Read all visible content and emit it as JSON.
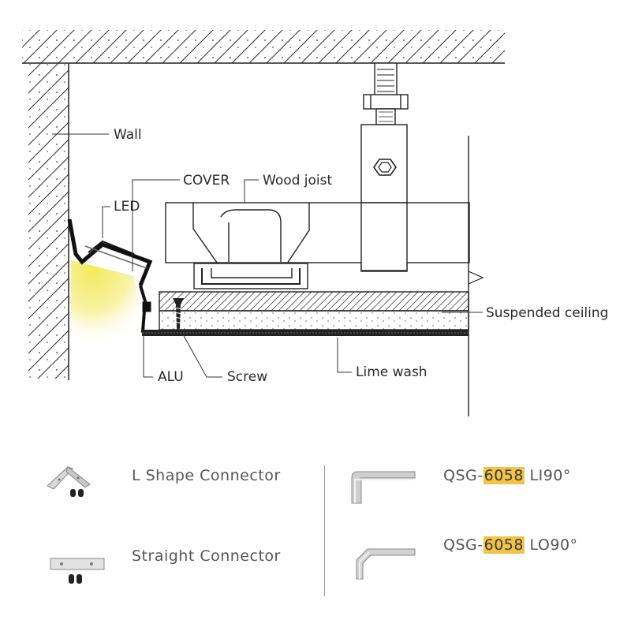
{
  "labels": {
    "wall": "Wall",
    "cover": "COVER",
    "wood_joist": "Wood joist",
    "led": "LED",
    "suspended_ceiling": "Suspended ceiling",
    "alu": "ALU",
    "screw": "Screw",
    "lime_wash": "Lime wash"
  },
  "products": {
    "l_shape": "L Shape Connector",
    "straight": "Straight Connector",
    "li90": {
      "prefix": "QSG-",
      "code": "6058",
      "suffix": " LI90°"
    },
    "lo90": {
      "prefix": "QSG-",
      "code": "6058",
      "suffix": " LO90°"
    }
  },
  "colors": {
    "highlight": "#f2c347",
    "led_glow": "#f3ea5a",
    "line": "#222222"
  },
  "icons": [
    "hex-nut-icon",
    "l-connector-icon",
    "straight-connector-icon",
    "corner-li90-icon",
    "corner-lo90-icon"
  ]
}
